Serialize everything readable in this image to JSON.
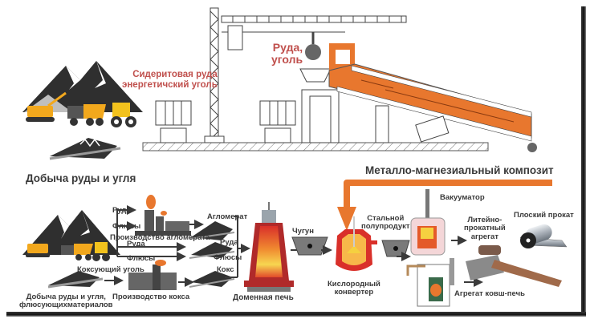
{
  "colors": {
    "accent_orange": "#e8772e",
    "label_red": "#c0504d",
    "text_dark": "#3a3a3a",
    "furnace_red": "#d9302a",
    "furnace_yellow": "#f5d040"
  },
  "top_section": {
    "label_siderite_line1": "Сидеритовая руда",
    "label_siderite_line2": "энергетичский уголь",
    "label_ore_coal_line1": "Руда,",
    "label_ore_coal_line2": "уголь",
    "mining_caption": "Добыча руды и угля"
  },
  "composite_label": "Металло-магнезиальный композит",
  "process_flow": {
    "mining_caption_line1": "Добыча руды и угля,",
    "mining_caption_line2": "флюсующихматериалов",
    "input_ore_1": "Руда",
    "input_flux_1": "Флюсы",
    "sinter_production": "Производство агломерата",
    "input_ore_2": "Руда",
    "input_flux_2": "Флюсы",
    "coking_coal": "Коксующий уголь",
    "coke_production": "Производство кокса",
    "sinter": "Агломерат",
    "ore_to_furnace": "Руда",
    "flux_to_furnace": "Флюсы",
    "coke_to_furnace": "Кокс",
    "blast_furnace": "Доменная печь",
    "pig_iron": "Чугун",
    "oxygen_converter_line1": "Кислородный",
    "oxygen_converter_line2": "конвертер",
    "steel_semi_line1": "Стальной",
    "steel_semi_line2": "полупродукт",
    "vacuum_degasser": "Вакууматор",
    "caster_line1": "Литейно-",
    "caster_line2": "прокатный",
    "caster_line3": "агрегат",
    "flat_product": "Плоский прокат",
    "ladle_furnace": "Агрегат ковш-печь"
  }
}
